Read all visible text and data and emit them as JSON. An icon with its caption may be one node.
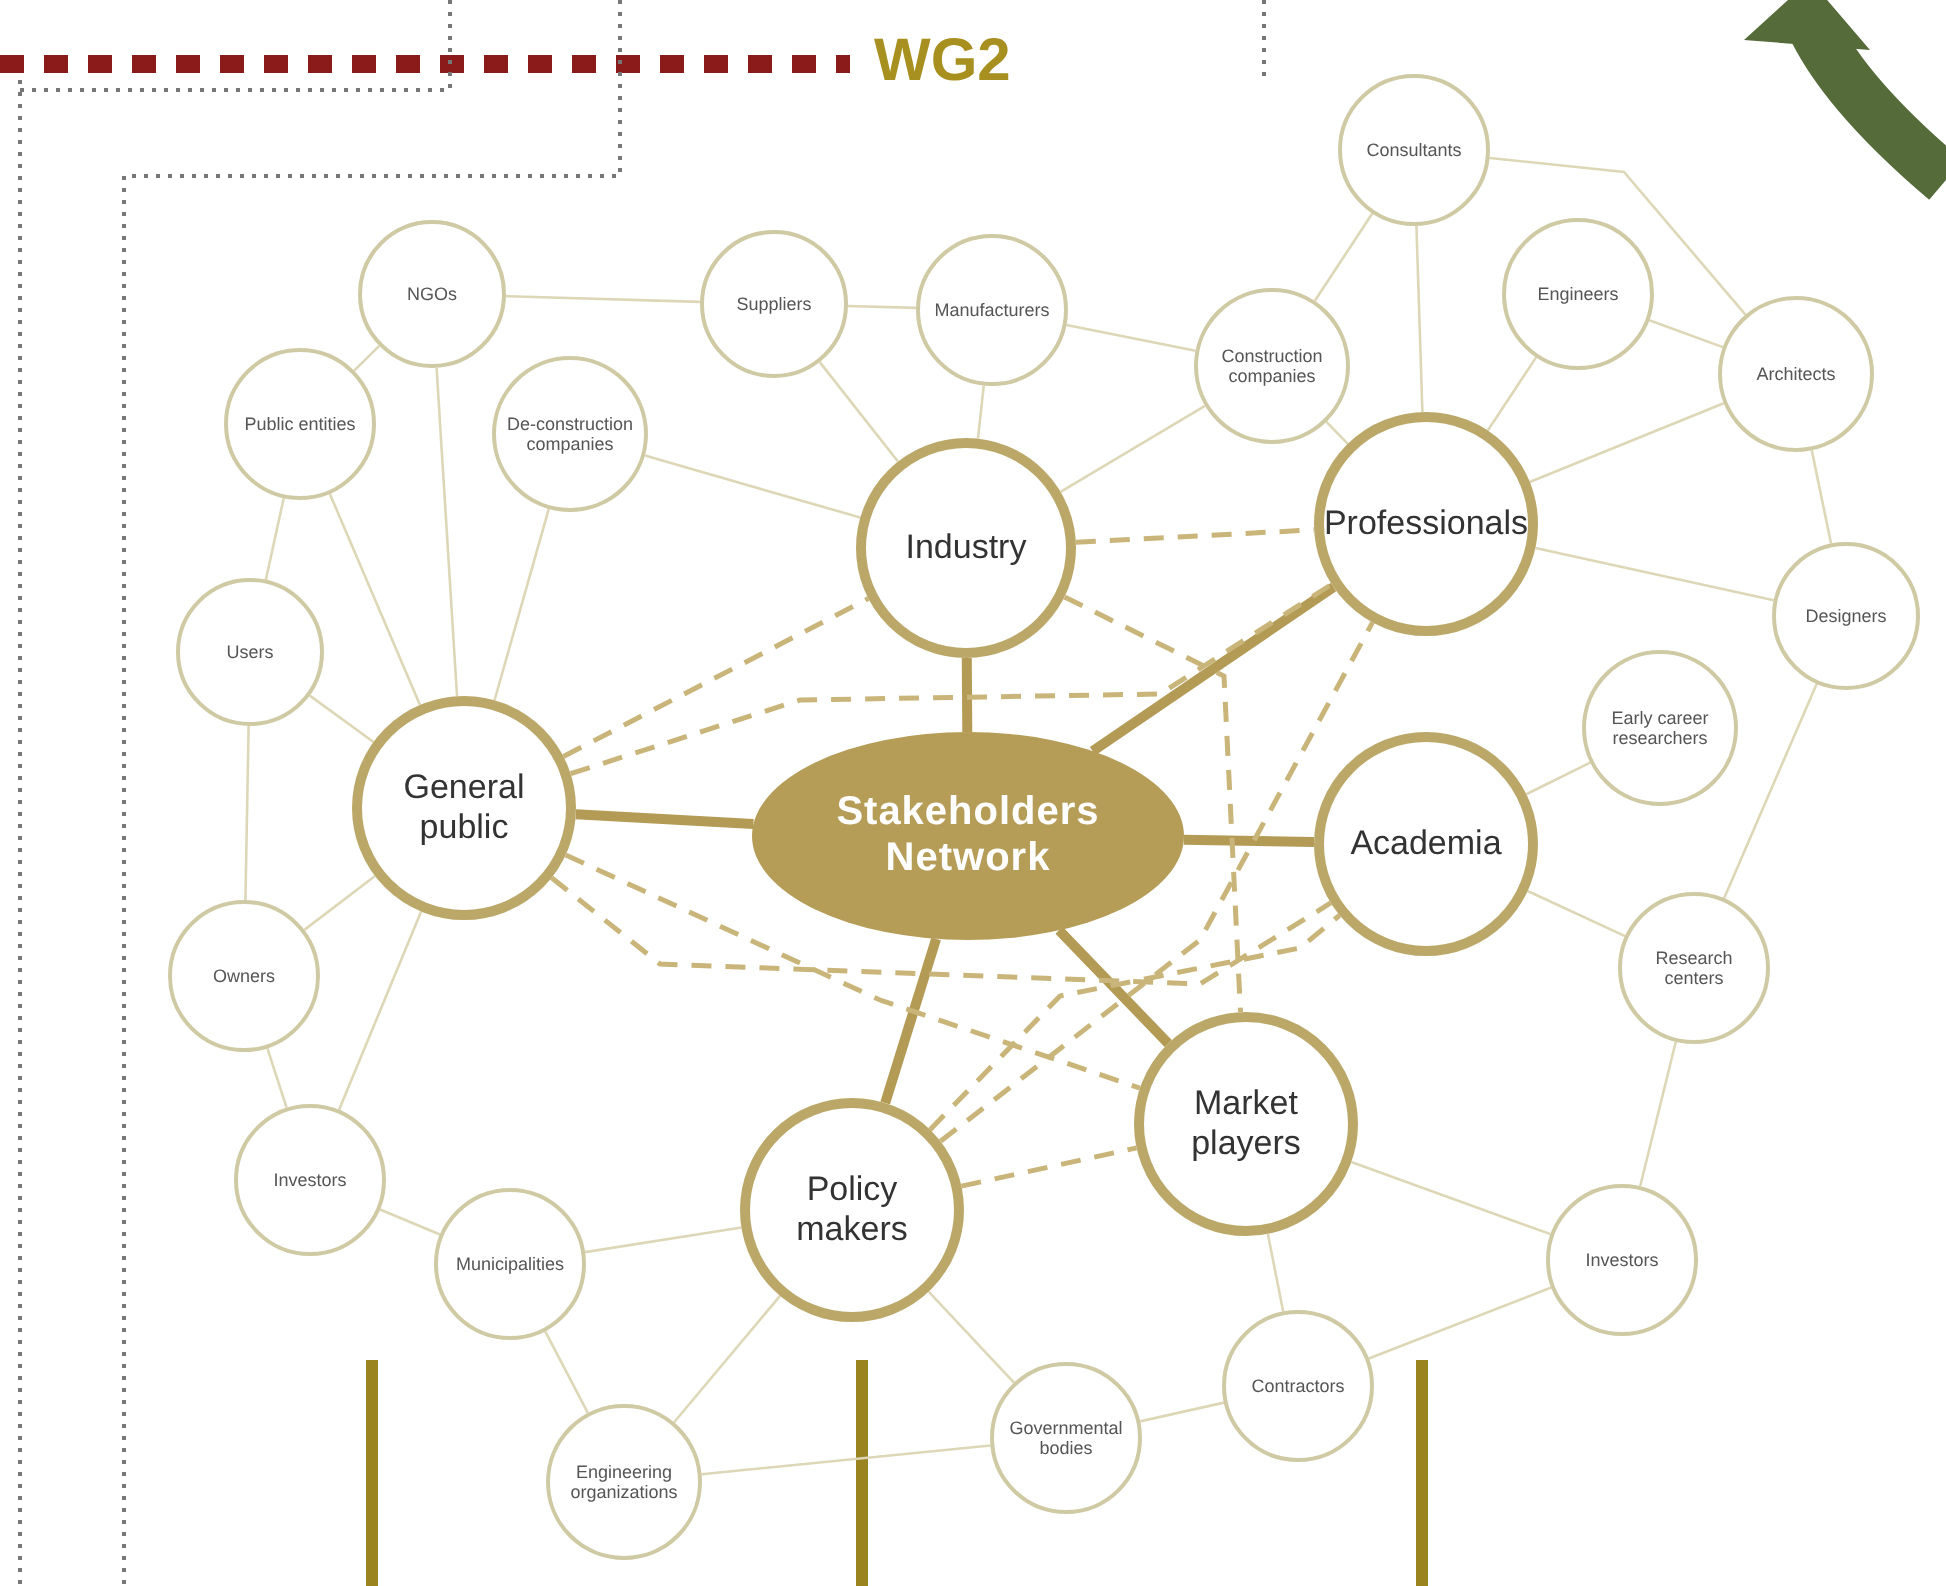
{
  "diagram": {
    "nodes": [
      {
        "text": [
          "Stakeholders Network"
        ]
      },
      {
        "text": [
          "Industry"
        ]
      },
      {
        "text": [
          "Professionals"
        ]
      },
      {
        "text": [
          "General public"
        ]
      },
      {
        "text": [
          "Academia"
        ]
      },
      {
        "text": [
          "Market players"
        ]
      },
      {
        "text": [
          "Policy makers"
        ]
      },
      {
        "text": [
          "NGOs"
        ]
      },
      {
        "text": [
          "Public entities"
        ]
      },
      {
        "text": [
          "De-construction companies"
        ]
      },
      {
        "text": [
          "Suppliers"
        ]
      },
      {
        "text": [
          "Manufacturers"
        ]
      },
      {
        "text": [
          "Construction companies"
        ]
      },
      {
        "text": [
          "Consultants"
        ]
      },
      {
        "text": [
          "Engineers"
        ]
      },
      {
        "text": [
          "Architects"
        ]
      },
      {
        "text": [
          "Designers"
        ]
      },
      {
        "text": [
          "Early career researchers"
        ]
      },
      {
        "text": [
          "Research centers"
        ]
      },
      {
        "text": [
          "Users"
        ]
      },
      {
        "text": [
          "Owners"
        ]
      },
      {
        "text": [
          "Investors"
        ]
      },
      {
        "text": [
          "Municipalities"
        ]
      },
      {
        "text": [
          "Investors"
        ]
      },
      {
        "text": [
          "Contractors"
        ]
      },
      {
        "text": [
          "Governmental bodies"
        ]
      },
      {
        "text": [
          "Engineering organizations"
        ]
      }
    ],
    "edges": [
      {
        "from": 0,
        "to": 1,
        "arrow": "none",
        "style": "thick",
        "color": "#b39b55"
      },
      {
        "from": 0,
        "to": 2,
        "arrow": "none",
        "style": "thick",
        "color": "#b39b55"
      },
      {
        "from": 0,
        "to": 3,
        "arrow": "none",
        "style": "thick",
        "color": "#b39b55"
      },
      {
        "from": 0,
        "to": 4,
        "arrow": "none",
        "style": "thick",
        "color": "#b39b55"
      },
      {
        "from": 0,
        "to": 5,
        "arrow": "none",
        "style": "thick",
        "color": "#b39b55"
      },
      {
        "from": 0,
        "to": 6,
        "arrow": "none",
        "style": "thick",
        "color": "#b39b55"
      },
      {
        "from": 1,
        "to": 2,
        "arrow": "none",
        "style": "dashed",
        "color": "#c9b57a"
      },
      {
        "from": 3,
        "to": 1,
        "arrow": "none",
        "style": "dashed",
        "color": "#c9b57a"
      },
      {
        "from": 3,
        "to": 2,
        "arrow": "none",
        "style": "dashed",
        "color": "#c9b57a"
      },
      {
        "from": 3,
        "to": 4,
        "arrow": "none",
        "style": "dashed",
        "color": "#c9b57a"
      },
      {
        "from": 3,
        "to": 5,
        "arrow": "none",
        "style": "dashed",
        "color": "#c9b57a"
      },
      {
        "from": 6,
        "to": 5,
        "arrow": "none",
        "style": "dashed",
        "color": "#c9b57a"
      },
      {
        "from": 6,
        "to": 2,
        "arrow": "none",
        "style": "dashed",
        "color": "#c9b57a"
      },
      {
        "from": 6,
        "to": 4,
        "arrow": "none",
        "style": "dashed",
        "color": "#c9b57a"
      },
      {
        "from": 1,
        "to": 5,
        "arrow": "none",
        "style": "dashed",
        "color": "#c9b57a"
      },
      {
        "from": 7,
        "to": 3,
        "arrow": "none"
      },
      {
        "from": 8,
        "to": 3,
        "arrow": "none"
      },
      {
        "from": 9,
        "to": 3,
        "arrow": "none"
      },
      {
        "from": 19,
        "to": 3,
        "arrow": "none"
      },
      {
        "from": 20,
        "to": 3,
        "arrow": "none"
      },
      {
        "from": 21,
        "to": 3,
        "arrow": "none"
      },
      {
        "from": 10,
        "to": 1,
        "arrow": "none"
      },
      {
        "from": 11,
        "to": 1,
        "arrow": "none"
      },
      {
        "from": 12,
        "to": 1,
        "arrow": "none"
      },
      {
        "from": 9,
        "to": 1,
        "arrow": "none"
      },
      {
        "from": 13,
        "to": 2,
        "arrow": "none"
      },
      {
        "from": 14,
        "to": 2,
        "arrow": "none"
      },
      {
        "from": 15,
        "to": 2,
        "arrow": "none"
      },
      {
        "from": 16,
        "to": 2,
        "arrow": "none"
      },
      {
        "from": 12,
        "to": 2,
        "arrow": "none"
      },
      {
        "from": 17,
        "to": 4,
        "arrow": "none"
      },
      {
        "from": 18,
        "to": 4,
        "arrow": "none"
      },
      {
        "from": 23,
        "to": 5,
        "arrow": "none"
      },
      {
        "from": 24,
        "to": 5,
        "arrow": "none"
      },
      {
        "from": 22,
        "to": 6,
        "arrow": "none"
      },
      {
        "from": 25,
        "to": 6,
        "arrow": "none"
      },
      {
        "from": 26,
        "to": 6,
        "arrow": "none"
      },
      {
        "from": 7,
        "to": 10,
        "arrow": "none"
      },
      {
        "from": 10,
        "to": 11,
        "arrow": "none"
      },
      {
        "from": 11,
        "to": 12,
        "arrow": "none"
      },
      {
        "from": 13,
        "to": 12,
        "arrow": "none"
      },
      {
        "from": 13,
        "to": 15,
        "arrow": "none"
      },
      {
        "from": 14,
        "to": 15,
        "arrow": "none"
      },
      {
        "from": 15,
        "to": 16,
        "arrow": "none"
      },
      {
        "from": 16,
        "to": 18,
        "arrow": "none"
      },
      {
        "from": 18,
        "to": 23,
        "arrow": "none"
      },
      {
        "from": 23,
        "to": 24,
        "arrow": "none"
      },
      {
        "from": 24,
        "to": 25,
        "arrow": "none"
      },
      {
        "from": 25,
        "to": 26,
        "arrow": "none"
      },
      {
        "from": 26,
        "to": 22,
        "arrow": "none"
      },
      {
        "from": 22,
        "to": 21,
        "arrow": "none"
      },
      {
        "from": 21,
        "to": 20,
        "arrow": "none"
      },
      {
        "from": 20,
        "to": 19,
        "arrow": "none"
      },
      {
        "from": 19,
        "to": 8,
        "arrow": "none"
      },
      {
        "from": 8,
        "to": 7,
        "arrow": "none"
      }
    ],
    "labels": [
      "WG2"
    ]
  }
}
